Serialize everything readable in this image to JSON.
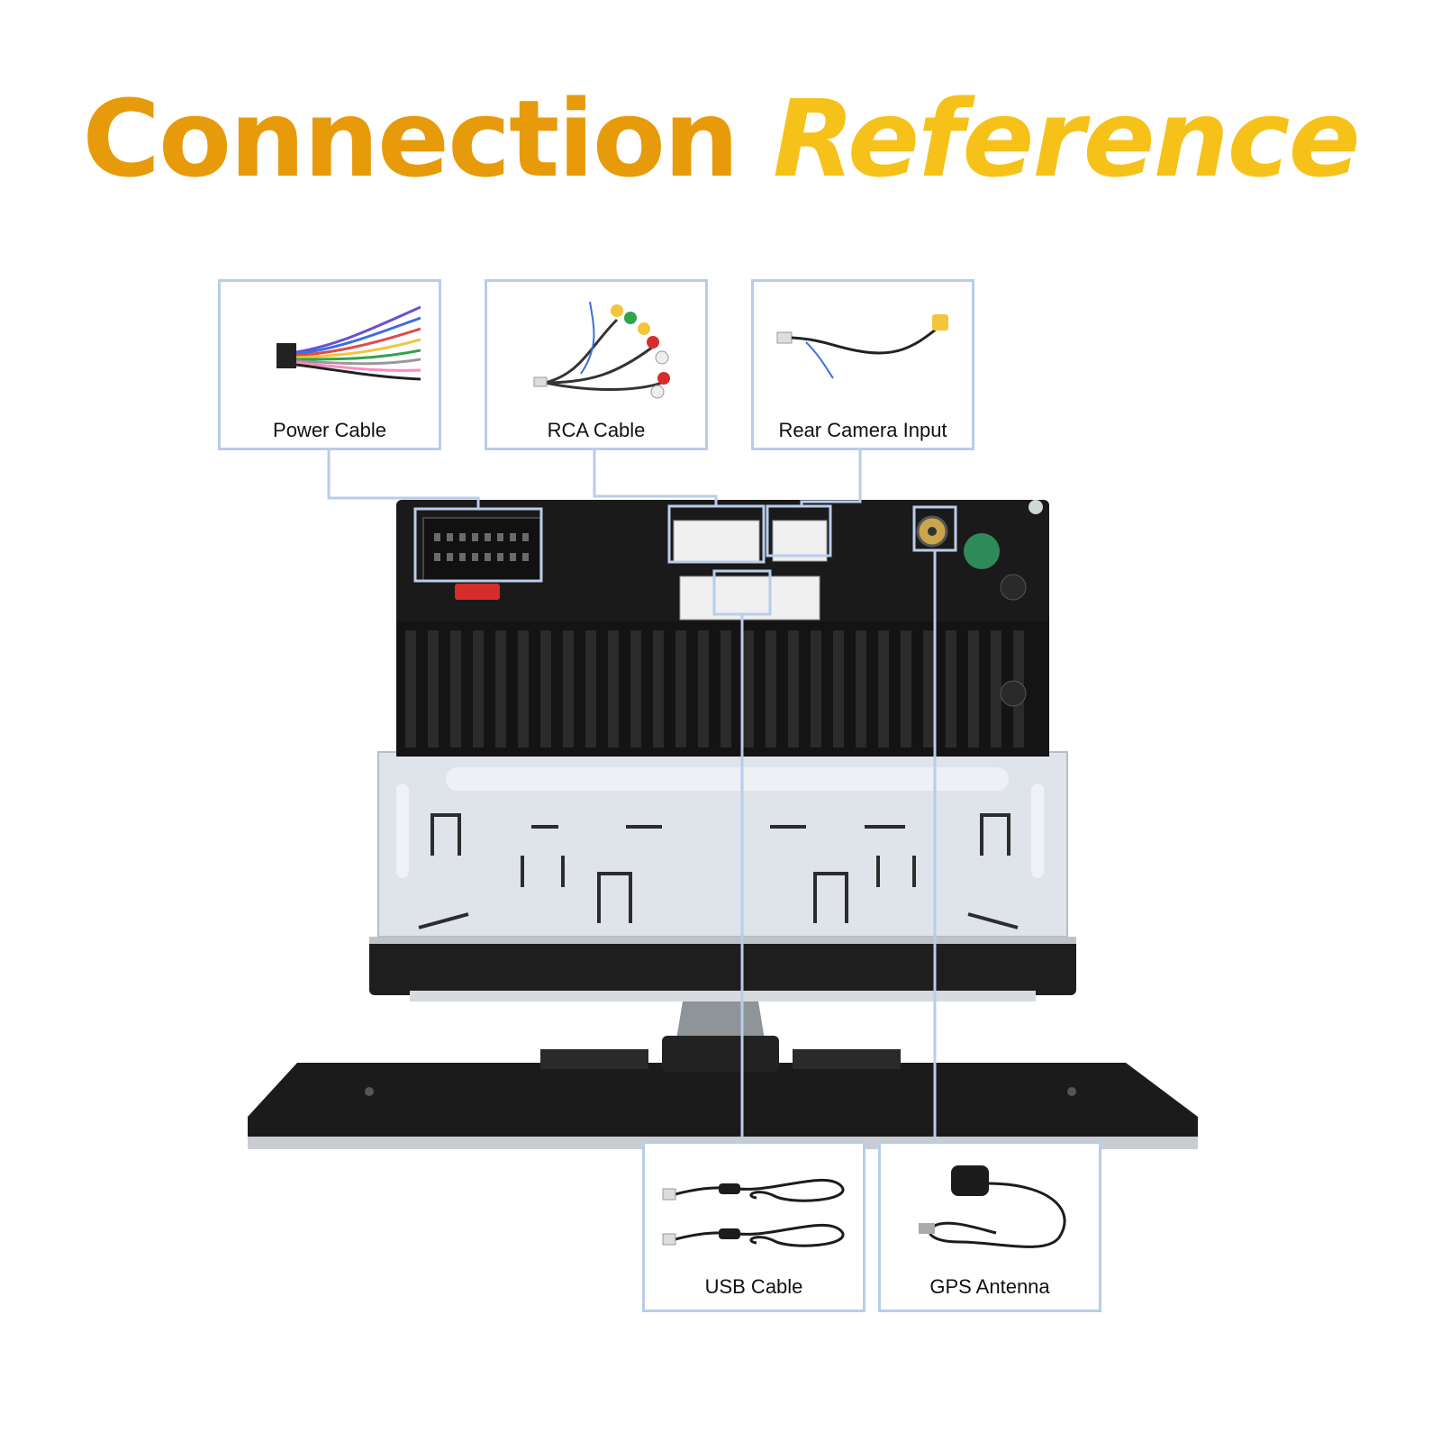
{
  "title": {
    "part1": "Connection",
    "part2": "Reference"
  },
  "callouts": {
    "power": {
      "label": "Power Cable",
      "icon": "wire-harness-icon"
    },
    "rca": {
      "label": "RCA Cable",
      "icon": "rca-harness-icon"
    },
    "camera": {
      "label": "Rear Camera Input",
      "icon": "camera-cable-icon"
    },
    "usb": {
      "label": "USB Cable",
      "icon": "usb-cables-icon"
    },
    "gps": {
      "label": "GPS Antenna",
      "icon": "gps-antenna-icon"
    }
  },
  "colors": {
    "title_primary": "#e79a0a",
    "title_accent": "#f6c21a",
    "callout_border": "#b9cdea",
    "unit_body": "#1a1a1a",
    "chassis": "#dfe4ea"
  }
}
